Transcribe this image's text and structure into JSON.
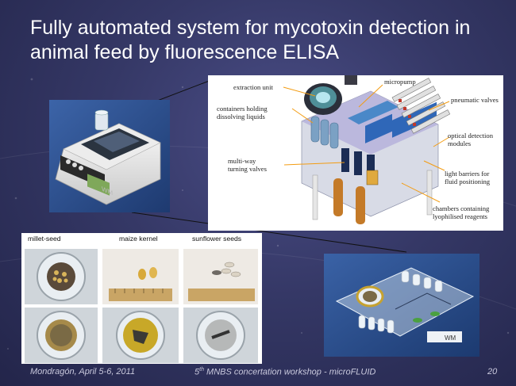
{
  "slide": {
    "title_line1": "Fully automated system for mycotoxin detection in",
    "title_line2": "animal feed by fluorescence ELISA"
  },
  "diagram": {
    "labels": {
      "extraction_unit": "extraction unit",
      "containers_line1": "containers holding",
      "containers_line2": "dissolving liquids",
      "multiway_line1": "multi-way",
      "multiway_line2": "turning valves",
      "micropump": "micropump",
      "pneumatic_valves": "pneumatic valves",
      "optical_line1": "optical detection",
      "optical_line2": "modules",
      "light_line1": "light barriers for",
      "light_line2": "fluid positioning",
      "chambers_line1": "chambers containing",
      "chambers_line2": "lyophilised reagents"
    }
  },
  "samples": {
    "columns": [
      "millet-seed",
      "maize kernel",
      "sunflower seeds"
    ]
  },
  "footer": {
    "left": "Mondragón, April 5-6, 2011",
    "center_prefix": "5",
    "center_sup": "th",
    "center_rest": " MNBS concertation workshop - microFLUID",
    "page_number": "20"
  },
  "colors": {
    "background": "#353866",
    "title_text": "#ffffff",
    "footer_text": "#c9c9dd",
    "leader_lines": "#f39c12"
  }
}
